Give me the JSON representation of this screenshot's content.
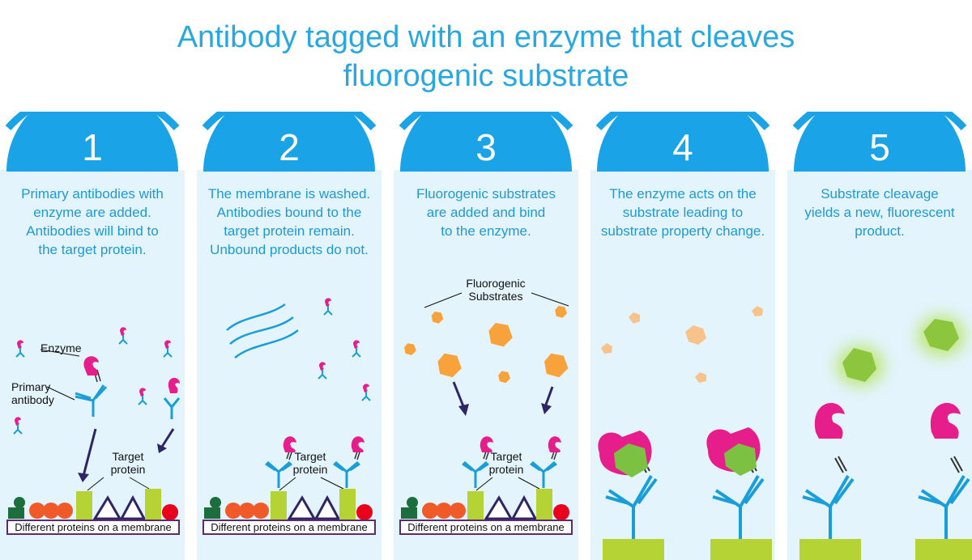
{
  "title": {
    "line1": "Antibody tagged with an enzyme that cleaves",
    "line2": "fluorogenic substrate"
  },
  "steps": [
    {
      "number": "1",
      "text": "Primary antibodies with\nenzyme are added.\nAntibodies will bind to\nthe target protein."
    },
    {
      "number": "2",
      "text": "The membrane is washed.\nAntibodies bound to the\ntarget protein remain.\nUnbound products do not."
    },
    {
      "number": "3",
      "text": "Fluorogenic substrates\nare added and bind\nto the enzyme."
    },
    {
      "number": "4",
      "text": "The enzyme acts on the\nsubstrate leading to\nsubstrate property change."
    },
    {
      "number": "5",
      "text": "Substrate cleavage\nyields a new, fluorescent\nproduct."
    }
  ],
  "labels": {
    "enzyme": "Enzyme",
    "primary_antibody": "Primary\nantibody",
    "target_protein": "Target\nprotein",
    "fluorogenic_substrates": "Fluorogenic\nSubstrates",
    "membrane": "Different proteins on a membrane"
  },
  "colors": {
    "title": "#29a8e0",
    "panel": "#e3f4fc",
    "arc": "#1aa3e6",
    "antibody": "#1a9ed9",
    "enzyme": "#e61e8c",
    "substrate": "#f7a23b",
    "product": "#8cc63f",
    "target": "#b5d334",
    "arrow": "#2e2566"
  }
}
